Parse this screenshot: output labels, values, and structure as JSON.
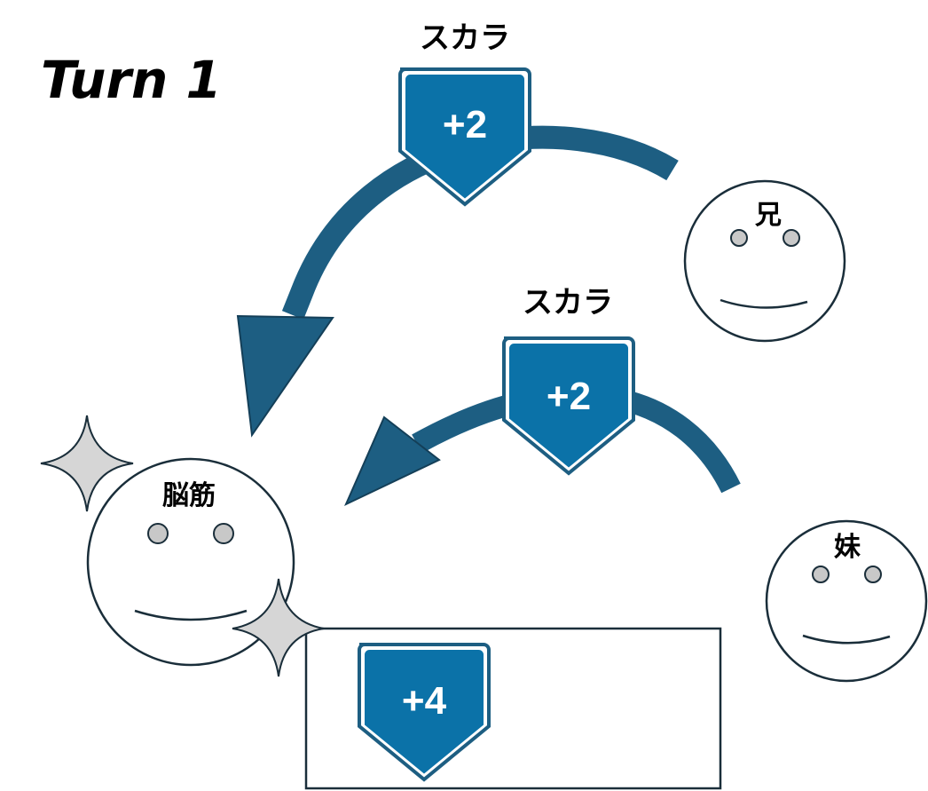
{
  "title": "Turn 1",
  "characters": [
    {
      "id": "brother",
      "name": "兄"
    },
    {
      "id": "sister",
      "name": "妹"
    },
    {
      "id": "brain",
      "name": "脳筋"
    }
  ],
  "buffs": [
    {
      "id": "buff-from-brother",
      "skill": "スカラ",
      "value": "+2"
    },
    {
      "id": "buff-from-sister",
      "skill": "スカラ",
      "value": "+2"
    }
  ],
  "result": {
    "value": "+4"
  },
  "colors": {
    "arrow": "#1d5e82",
    "shield_fill": "#0b72a8",
    "shield_border": "#1d5e82",
    "face_outline": "#1a2e3a",
    "eye_fill": "#c8c8c8",
    "sparkle_fill": "#d6d6d6"
  }
}
